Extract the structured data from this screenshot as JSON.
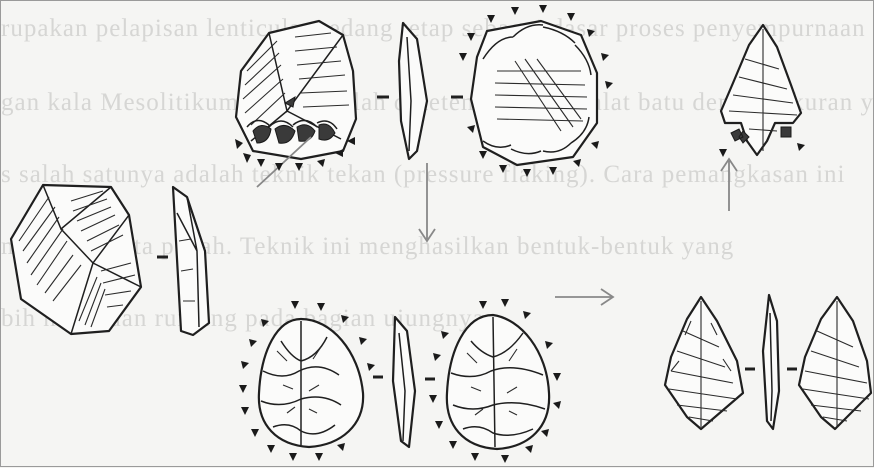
{
  "figure": {
    "subject": "Lithic reduction sequence: cobble to bifacial point",
    "background_text_lines": [
      "rupakan pelapisan lenticular sedang tetap sebagai dasar proses penyempurnaan",
      "gan kala Mesolitikum dimana telah diketemukan alat-alat batu dengan ukuran ya",
      "s salah satunya adalah teknik tekan (pressure flaking). Cara pemangkasan ini",
      "mbuatan mata panah. Teknik ini menghasilkan bentuk-bentuk yang",
      "bih halus dan runcing pada bagian ujungnya."
    ]
  },
  "colors": {
    "ink": "#1f1f1f",
    "paper": "#f5f5f3",
    "arrow": "#888888",
    "ghost_text": "#d6d6d4"
  }
}
